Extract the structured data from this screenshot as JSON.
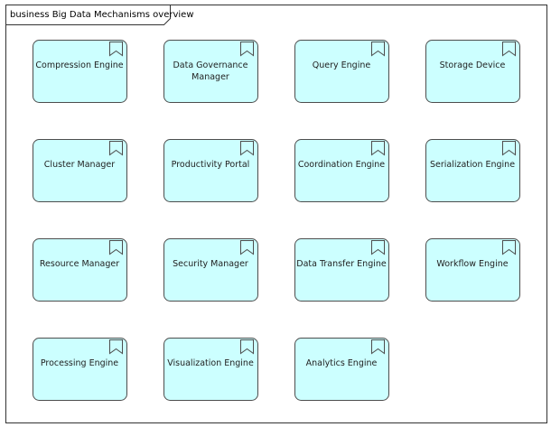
{
  "frame": {
    "title": "business Big Data Mechanisms overview"
  },
  "colors": {
    "node_fill": "#ccffff",
    "node_stroke": "#4d4d4d",
    "frame_stroke": "#333333"
  },
  "icon": "bookmark-icon",
  "nodes": [
    {
      "lines": [
        "Compression Engine"
      ]
    },
    {
      "lines": [
        "Data Governance",
        "Manager"
      ]
    },
    {
      "lines": [
        "Query Engine"
      ]
    },
    {
      "lines": [
        "Storage Device"
      ]
    },
    {
      "lines": [
        "Cluster Manager"
      ]
    },
    {
      "lines": [
        "Productivity Portal"
      ]
    },
    {
      "lines": [
        "Coordination Engine"
      ]
    },
    {
      "lines": [
        "Serialization Engine"
      ]
    },
    {
      "lines": [
        "Resource Manager"
      ]
    },
    {
      "lines": [
        "Security Manager"
      ]
    },
    {
      "lines": [
        "Data Transfer Engine"
      ]
    },
    {
      "lines": [
        "Workflow Engine"
      ]
    },
    {
      "lines": [
        "Processing Engine"
      ]
    },
    {
      "lines": [
        "Visualization Engine"
      ]
    },
    {
      "lines": [
        "Analytics Engine"
      ]
    }
  ]
}
